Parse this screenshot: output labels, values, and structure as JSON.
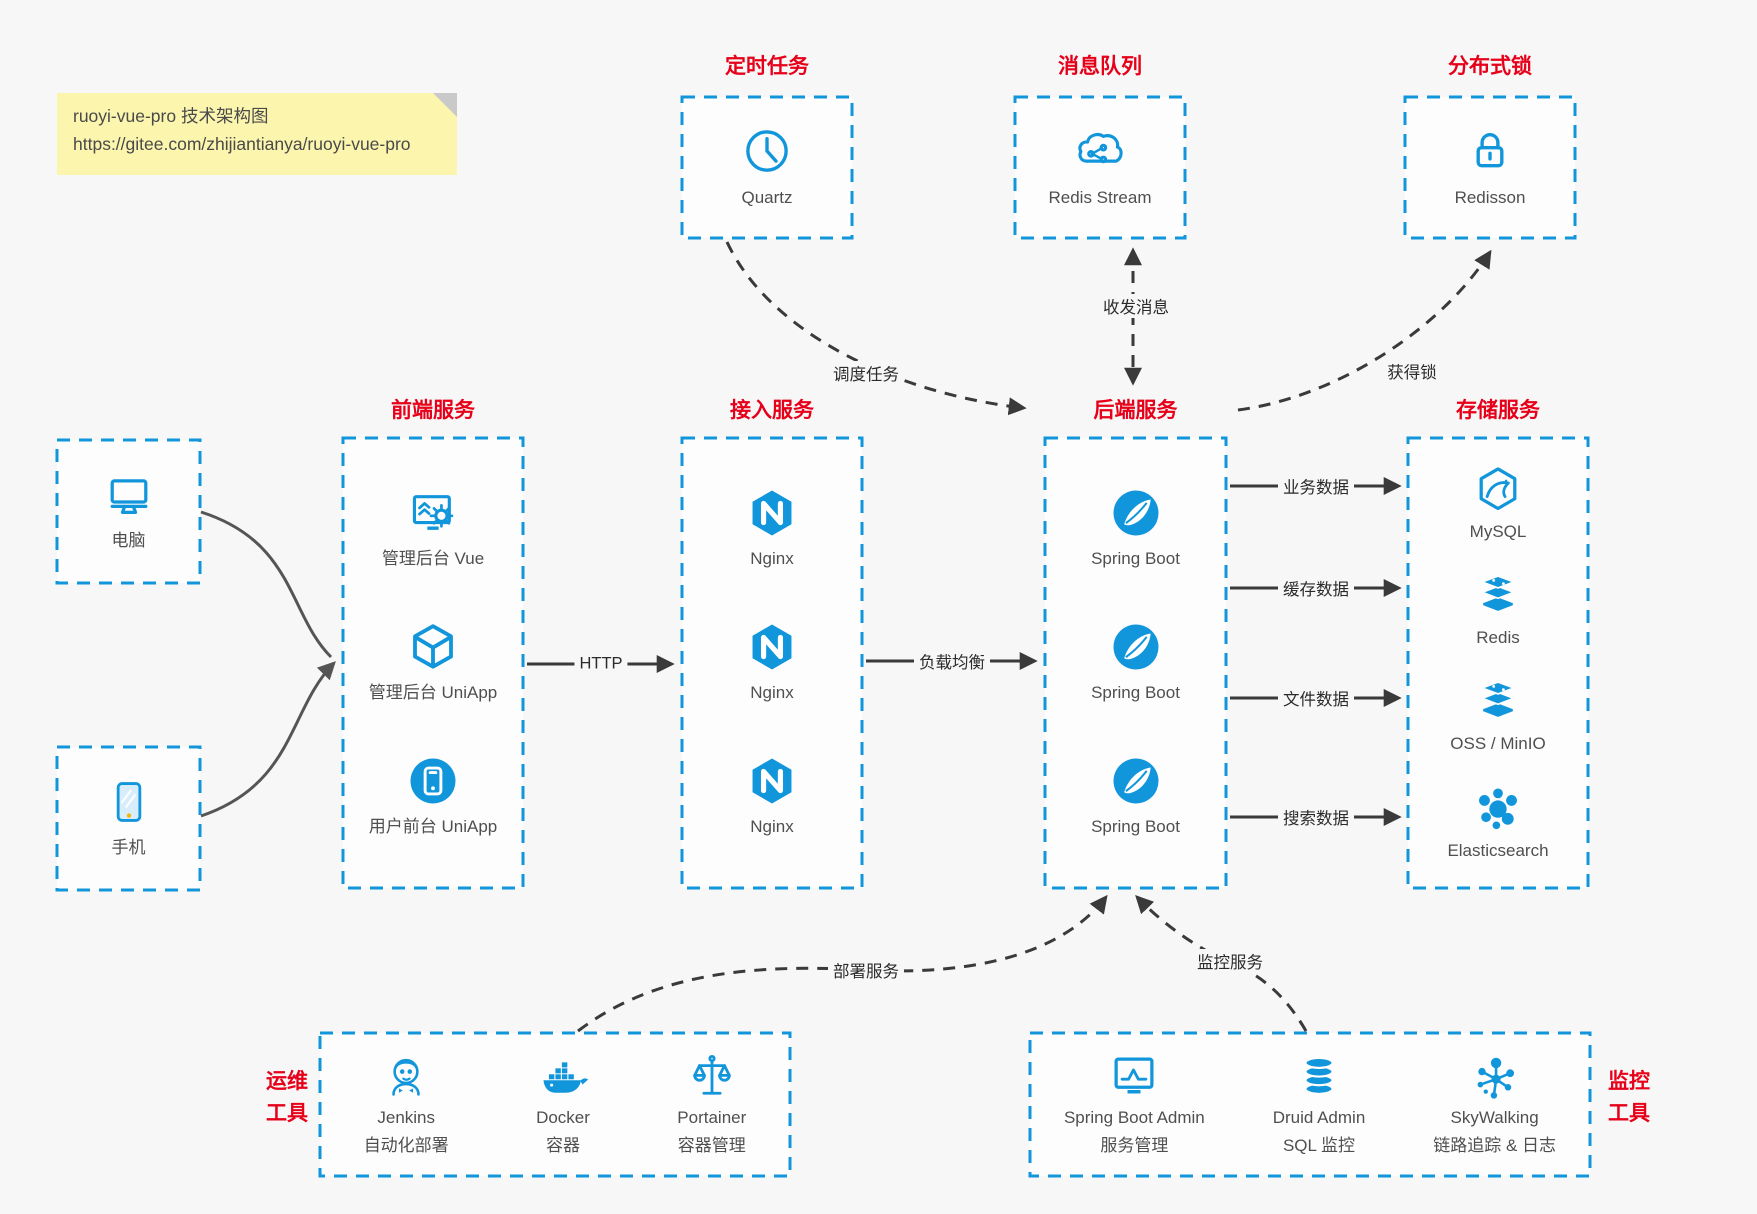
{
  "note": {
    "line1": "ruoyi-vue-pro 技术架构图",
    "line2": "https://gitee.com/zhijiantianya/ruoyi-vue-pro"
  },
  "colors": {
    "accent_blue": "#1296db",
    "title_red": "#e60019",
    "note_bg": "#fbf5ae",
    "arrow_dark": "#3a3a3a",
    "background": "#f7f7f7"
  },
  "groups": {
    "scheduler": {
      "title": "定时任务",
      "node": {
        "label": "Quartz"
      }
    },
    "mq": {
      "title": "消息队列",
      "node": {
        "label": "Redis Stream"
      }
    },
    "lock": {
      "title": "分布式锁",
      "node": {
        "label": "Redisson"
      }
    },
    "clients": {
      "computer": {
        "label": "电脑"
      },
      "phone": {
        "label": "手机"
      }
    },
    "frontend": {
      "title": "前端服务",
      "items": [
        {
          "label": "管理后台 Vue"
        },
        {
          "label": "管理后台 UniApp"
        },
        {
          "label": "用户前台 UniApp"
        }
      ]
    },
    "gateway": {
      "title": "接入服务",
      "items": [
        {
          "label": "Nginx"
        },
        {
          "label": "Nginx"
        },
        {
          "label": "Nginx"
        }
      ]
    },
    "backend": {
      "title": "后端服务",
      "items": [
        {
          "label": "Spring Boot"
        },
        {
          "label": "Spring Boot"
        },
        {
          "label": "Spring Boot"
        }
      ]
    },
    "storage": {
      "title": "存储服务",
      "items": [
        {
          "label": "MySQL"
        },
        {
          "label": "Redis"
        },
        {
          "label": "OSS / MinIO"
        },
        {
          "label": "Elasticsearch"
        }
      ]
    },
    "devops": {
      "label_line1": "运维",
      "label_line2": "工具",
      "items": [
        {
          "name": "Jenkins",
          "desc": "自动化部署"
        },
        {
          "name": "Docker",
          "desc": "容器"
        },
        {
          "name": "Portainer",
          "desc": "容器管理"
        }
      ]
    },
    "monitoring": {
      "label_line1": "监控",
      "label_line2": "工具",
      "items": [
        {
          "name": "Spring Boot Admin",
          "desc": "服务管理"
        },
        {
          "name": "Druid Admin",
          "desc": "SQL 监控"
        },
        {
          "name": "SkyWalking",
          "desc": "链路追踪 & 日志"
        }
      ]
    }
  },
  "edges": {
    "http": "HTTP",
    "load_balance": "负载均衡",
    "business_data": "业务数据",
    "cache_data": "缓存数据",
    "file_data": "文件数据",
    "search_data": "搜索数据",
    "schedule_task": "调度任务",
    "send_receive": "收发消息",
    "acquire_lock": "获得锁",
    "deploy_service": "部署服务",
    "monitor_service": "监控服务"
  }
}
